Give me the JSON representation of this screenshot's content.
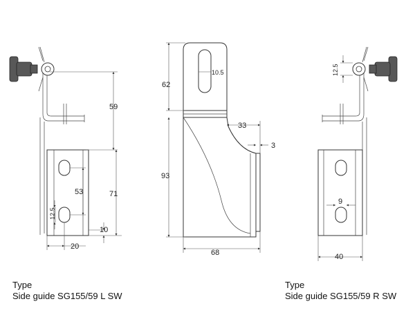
{
  "left_view": {
    "dimensions": {
      "top_height": "59",
      "lower_height": "71",
      "slot_pitch": "53",
      "slot_size": "12.5",
      "bottom_offset": "10",
      "slot_x": "20"
    },
    "caption": {
      "line1": "Type",
      "line2": "Side guide SG155/59 L SW"
    }
  },
  "middle_view": {
    "dimensions": {
      "top_height": "62",
      "slot_width": "10.5",
      "lower_height": "93",
      "flange": "33",
      "thickness": "3",
      "width": "68"
    }
  },
  "right_view": {
    "dimensions": {
      "slot_size": "12.5",
      "slot_width": "9",
      "width": "40"
    },
    "caption": {
      "line1": "Type",
      "line2": "Side guide SG155/59 R SW"
    }
  }
}
